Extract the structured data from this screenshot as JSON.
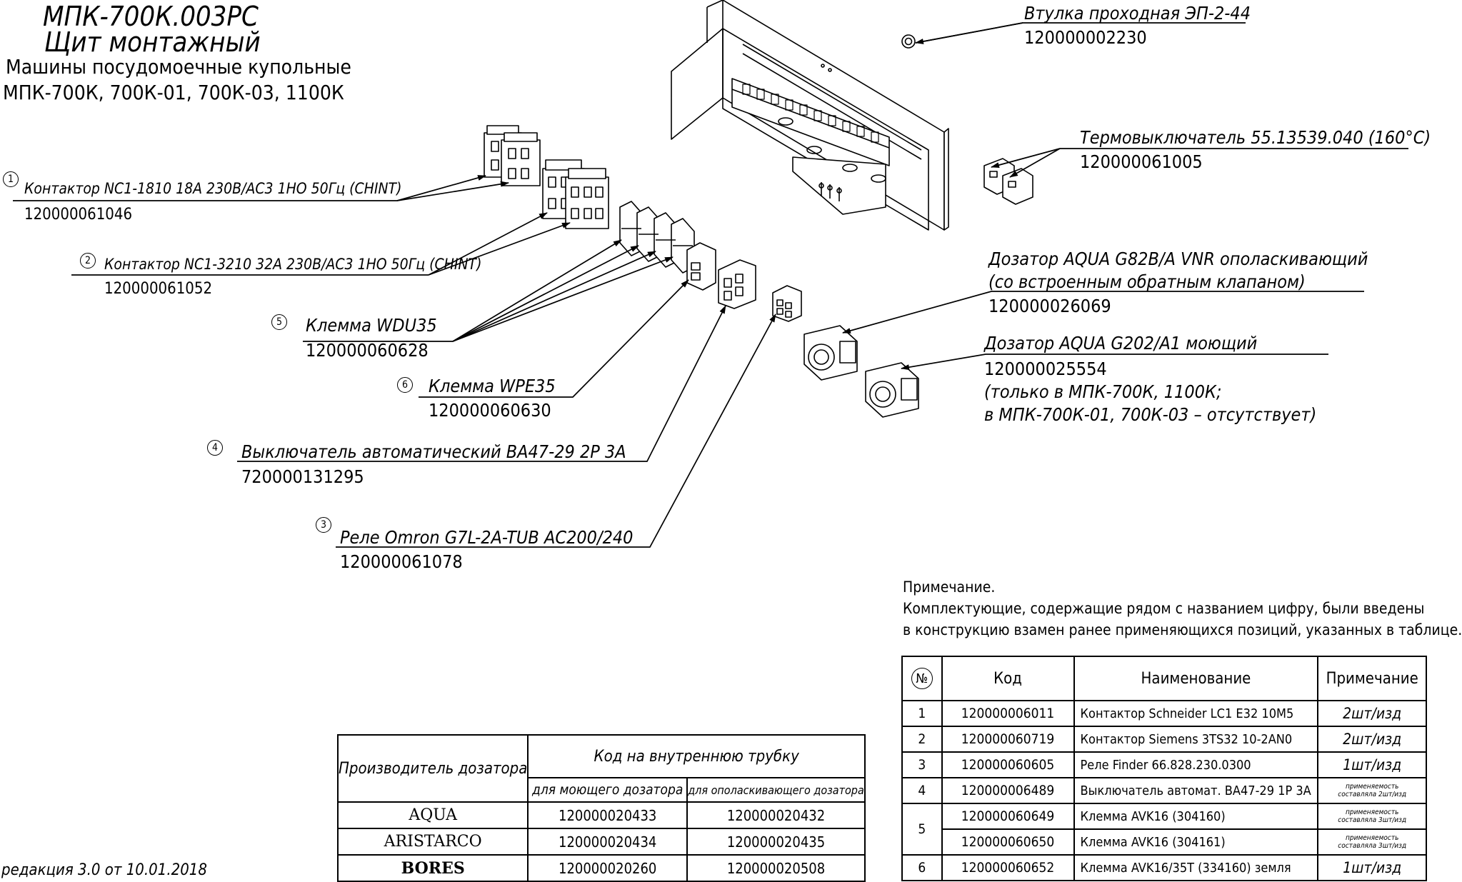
{
  "header": {
    "doc_code": "МПК-700К.003РС",
    "title": "Щит монтажный",
    "subtitle": "Машины посудомоечные купольные",
    "models": "МПК-700К, 700К-01, 700К-03, 1100К"
  },
  "callouts": [
    {
      "num": "1",
      "name": "Контактор NC1-1810 18А 230В/АС3 1НО 50Гц (CHINT)",
      "code": "120000061046"
    },
    {
      "num": "2",
      "name": "Контактор NC1-3210 32А 230В/АС3 1НО 50Гц (CHINT)",
      "code": "120000061052"
    },
    {
      "num": "5",
      "name": "Клемма WDU35",
      "code": "120000060628"
    },
    {
      "num": "6",
      "name": "Клемма WPE35",
      "code": "120000060630"
    },
    {
      "num": "4",
      "name": "Выключатель автоматический ВА47-29 2Р 3А",
      "code": "720000131295"
    },
    {
      "num": "3",
      "name": "Реле Omron G7L-2A-TUB AC200/240",
      "code": "120000061078"
    },
    {
      "num": "",
      "name": "Втулка проходная ЭП-2-44",
      "code": "120000002230"
    },
    {
      "num": "",
      "name": "Термовыключатель 55.13539.040 (160°С)",
      "code": "120000061005"
    }
  ],
  "dosers": {
    "rinse_line1": "Дозатор AQUA G82B/A VNR ополаскивающий",
    "rinse_line2": "(со встроенным обратным клапаном)",
    "rinse_code": "120000026069",
    "wash_line1": "Дозатор AQUA G202/A1 моющий",
    "wash_code": "120000025554",
    "wash_note1": "(только в МПК-700К, 1100К;",
    "wash_note2": "в МПК-700К-01, 700К-03 – отсутствует)"
  },
  "note": {
    "title": "Примечание.",
    "line1": "Комплектующие, содержащие рядом с названием цифру, были введены",
    "line2": "в конструкцию взамен ранее применяющихся позиций, указанных в таблице."
  },
  "tube_table": {
    "h_maker": "Производитель дозатора",
    "h_code": "Код на внутреннюю трубку",
    "h_wash": "для моющего дозатора",
    "h_rinse": "для ополаскивающего дозатора",
    "rows": [
      {
        "maker": "AQUA",
        "wash": "120000020433",
        "rinse": "120000020432"
      },
      {
        "maker": "ARISTARCO",
        "wash": "120000020434",
        "rinse": "120000020435"
      },
      {
        "maker": "BORES",
        "wash": "120000020260",
        "rinse": "120000020508"
      }
    ]
  },
  "replaced_table": {
    "h_num": "№",
    "h_code": "Код",
    "h_name": "Наименование",
    "h_note": "Примечание",
    "rows": [
      {
        "n": "1",
        "code": "120000006011",
        "name": "Контактор Schneider LC1 E32 10M5",
        "note": "2шт/изд"
      },
      {
        "n": "2",
        "code": "120000060719",
        "name": "Контактор Siemens 3TS32 10-2AN0",
        "note": "2шт/изд"
      },
      {
        "n": "3",
        "code": "120000060605",
        "name": "Реле Finder 66.828.230.0300",
        "note": "1шт/изд"
      },
      {
        "n": "4",
        "code": "120000006489",
        "name": "Выключатель автомат. ВА47-29 1Р 3А",
        "note1": "применяемость",
        "note2": "составляла 2шт/изд"
      },
      {
        "n": "5",
        "code": "120000060649",
        "name": "Клемма AVK16 (304160)",
        "note1": "применяемость",
        "note2": "составляла 3шт/изд"
      },
      {
        "code": "120000060650",
        "name": "Клемма AVK16 (304161)",
        "note1": "применяемость",
        "note2": "составляла 3шт/изд"
      },
      {
        "n": "6",
        "code": "120000060652",
        "name": "Клемма AVK16/35T (334160) земля",
        "note": "1шт/изд"
      }
    ]
  },
  "edition": "редакция 3.0 от 10.01.2018"
}
